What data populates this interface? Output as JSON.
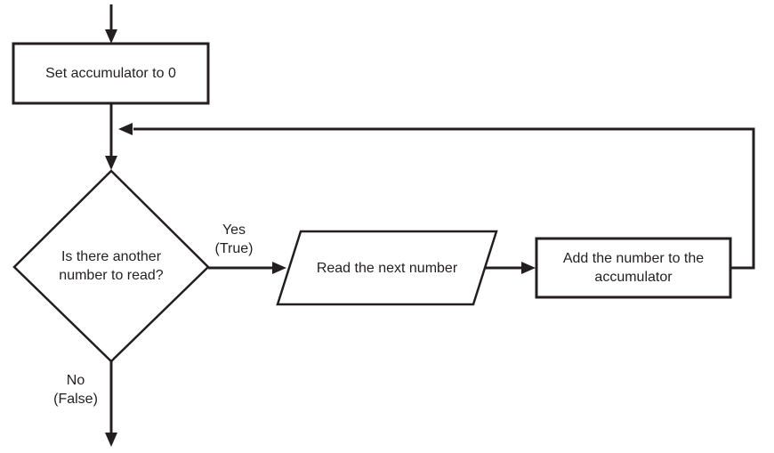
{
  "diagram": {
    "description": "Flowchart of summing numbers with an accumulator loop",
    "colors": {
      "line": "#231f20",
      "text": "#231f20",
      "background": "#ffffff"
    },
    "nodes": {
      "start": {
        "type": "process",
        "lines": [
          "Set accumulator to 0"
        ]
      },
      "decision": {
        "type": "decision",
        "lines": [
          "Is there another",
          "number to read?"
        ]
      },
      "read": {
        "type": "input-output",
        "lines": [
          "Read the next number"
        ]
      },
      "add": {
        "type": "process",
        "lines": [
          "Add the number to the",
          "accumulator"
        ]
      }
    },
    "edge_labels": {
      "yes": {
        "lines": [
          "Yes",
          "(True)"
        ]
      },
      "no": {
        "lines": [
          "No",
          "(False)"
        ]
      }
    }
  }
}
